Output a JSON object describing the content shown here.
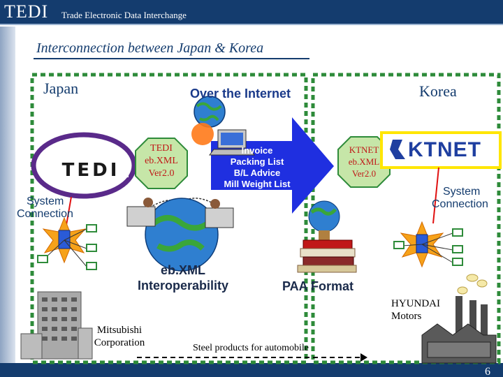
{
  "header": {
    "brand": "TEDI",
    "subtitle": "Trade Electronic Data Interchange"
  },
  "slide": {
    "title": "Interconnection between Japan & Korea",
    "page_number": "6"
  },
  "regions": {
    "japan": "Japan",
    "korea": "Korea",
    "center": "Over the Internet"
  },
  "japan_side": {
    "logo_text": "TEDI",
    "octagon": [
      "TEDI",
      "eb.XML",
      "Ver2.0"
    ],
    "system_connection": [
      "System",
      "Connection"
    ],
    "company": [
      "Mitsubishi",
      "Corporation"
    ]
  },
  "korea_side": {
    "logo_text": "KTNET",
    "octagon": [
      "KTNET",
      "eb.XML",
      "Ver2.0"
    ],
    "system_connection": [
      "System",
      "Connection"
    ],
    "company": [
      "HYUNDAI",
      "Motors"
    ]
  },
  "documents": [
    "Invoice",
    "Packing List",
    "B/L Advice",
    "Mill Weight List"
  ],
  "interop": [
    "eb.XML",
    "Interoperability"
  ],
  "paa_format": "PAA Format",
  "flow_label": "Steel products for automobile",
  "colors": {
    "navy": "#143c6e",
    "arrow_blue": "#1f2fe0",
    "octagon_green": "#c6e6a8",
    "dash_green": "#2e8b3a",
    "korea_box": "#ffe600",
    "red_link": "#e01010"
  }
}
